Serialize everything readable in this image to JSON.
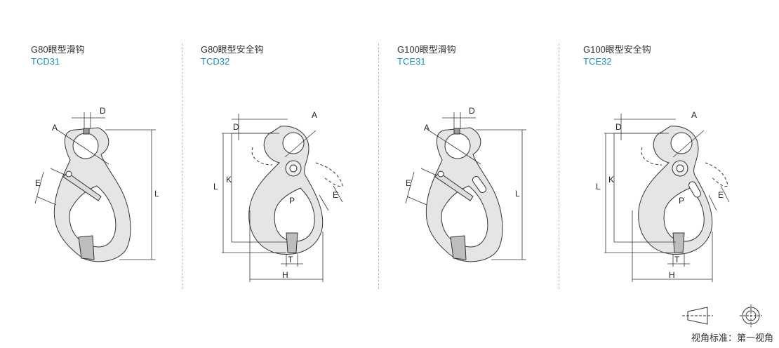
{
  "panels": [
    {
      "title": "G80眼型滑钩",
      "code": "TCD31"
    },
    {
      "title": "G80眼型安全钩",
      "code": "TCD32"
    },
    {
      "title": "G100眼型滑钩",
      "code": "TCE31"
    },
    {
      "title": "G100眼型安全钩",
      "code": "TCE32"
    }
  ],
  "dims": {
    "A": "A",
    "D": "D",
    "E": "E",
    "L": "L",
    "K": "K",
    "P": "P",
    "T": "T",
    "H": "H"
  },
  "view_standard": "视角标准：第一视角",
  "colors": {
    "title": "#333333",
    "code": "#1a8fc2",
    "hook_fill": "#e6e6e6",
    "line": "#333333"
  }
}
